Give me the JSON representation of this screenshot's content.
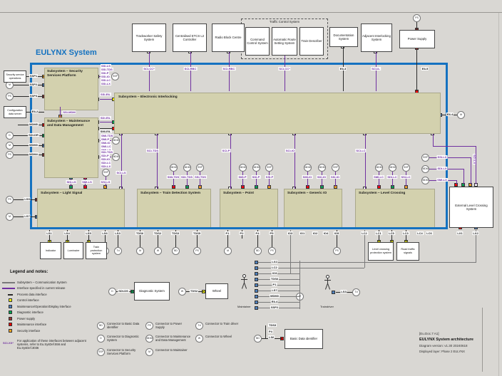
{
  "page": {
    "title": "EULYNX System"
  },
  "top_boxes": {
    "trackworker": "Trackworker Safety System",
    "etcs": "Centralised ETCS L2 Controller",
    "rbc": "Radio Block Centre",
    "tcs_group": "Traffic Control System",
    "ccs": "Command Control System",
    "ars": "Automatic Route Setting System",
    "td": "Train Describer",
    "doc": "Documentation System",
    "adj": "Adjacent Interlocking System",
    "power": "Power Supply"
  },
  "subsystems": {
    "ssp": "Subsystem – Security Services Platform",
    "mdm": "Subsystem – Maintenance and Data Management",
    "eil": "Subsystem – Electronic Interlocking",
    "ls": "Subsystem – Light Signal",
    "tds": "Subsystem – Train Detection System",
    "point": "Subsystem – Point",
    "gio": "Subsystem – Generic IO",
    "lc": "Subsystem – Level Crossing"
  },
  "external_boxes": {
    "ext_lc": "External Level Crossing System",
    "sec_ops": "Security service operations",
    "config": "Configuration data server",
    "indicator": "Indicator",
    "luminaire": "Luminaire",
    "train_prot": "Train protection system",
    "diag": "Diagnostic System",
    "wheel": "Wheel",
    "basic_data": "Basic Data identifier",
    "lc_prot": "Level crossing protection system",
    "road": "Road traffic signals"
  },
  "ifaces": {
    "sci_cc": "SCI-CC*",
    "sci_rbc": "SCI-RBC",
    "eil3": "EIL3",
    "sci_il": "SCI-IL",
    "eil5": "EIL5",
    "eil4": "EIL4",
    "eil2": "EIL2",
    "sci_ls": "SCI-LS",
    "sci_tds": "SCI-TDS",
    "sci_p": "SCI-P",
    "sci_io": "SCI-IO",
    "sci_lc": "SCI-LC",
    "sci_lx": "SCI-LX",
    "smi_ls": "SMI-LS",
    "sdi_ls": "SDI-LS",
    "ssi_ls": "SSI-LS",
    "smi_tds": "SMI-TDS",
    "sdi_tds": "SDI-TDS",
    "ssi_tds": "SSI-TDS",
    "smi_p": "SMI-P",
    "sdi_p": "SDI-P",
    "ssi_p": "SSI-P",
    "smi_io": "SMI-IO",
    "sdi_io": "SDI-IO",
    "ssi_io": "SSI-IO",
    "smi_lc": "SMI-LC",
    "sdi_lc": "SDI-LC",
    "ssi_lc": "SSI-LC",
    "smi_lx": "SMI-LX",
    "sdi_lx": "SDI-LX",
    "ssi_lx": "SSI-LX",
    "ssi_mdm": "SSI-MDM",
    "ssi_eil": "SSI-EIL",
    "sdi_eil": "SDI-EIL",
    "smi_eil": "SMI-EIL",
    "sdi_dr": "SDI-DR",
    "sdi_ds": "SDI-DS"
  },
  "ports": {
    "ssp1": "SSP1",
    "ssp2": "SSP2",
    "ssp3": "SSP3",
    "mdm3": "MDM3",
    "mdm4": "MDM4",
    "mdm5": "MDM5",
    "ls9": "LS9",
    "ls7": "LS7",
    "ls1": "LS1",
    "ls4": "LS4",
    "ls5": "LS5",
    "ls6": "LS6",
    "ls3": "LS3",
    "tds6": "TDS6",
    "tds2": "TDS2",
    "tds3": "TDS3",
    "tds5": "TDS5",
    "p1": "P1",
    "p2": "P2",
    "p4": "P4",
    "p5": "P5",
    "io3": "IO3",
    "io1": "IO1",
    "io2": "IO2",
    "io4": "IO4",
    "io5": "IO5",
    "lc2": "LC2",
    "lc1": "LC1",
    "lc5": "LC5",
    "lc3": "LC3",
    "lc4": "LC4",
    "lc6": "LC6",
    "lx1": "LX1",
    "lx2": "LX2"
  },
  "stacks": {
    "ssp": [
      "SSI-LS",
      "SSI-TDS",
      "SSI-P",
      "SSI-IO",
      "SSI-LC",
      "SSI-LX"
    ],
    "smi": [
      "SMI-TDS",
      "SMI-P",
      "SMI-IO",
      "SMI-LC",
      "SMI-LX"
    ],
    "sdi": [
      "SDI-TDS",
      "SDI-P",
      "SDI-IO",
      "SDI-LC",
      "SDI-LX"
    ]
  },
  "column": [
    "LX2",
    "LC2",
    "IO3",
    "TDS6",
    "P1",
    "LS7",
    "MDM3",
    "EIL4",
    "SSP2"
  ],
  "bd_rows": [
    "TDS3",
    "P4",
    "LS6"
  ],
  "glyphs": {
    "m": "M",
    "ps": "PS",
    "d": "D",
    "w": "W",
    "bd": "BD",
    "td": "Td",
    "mdm": "MDM",
    "ssp": "SSP"
  },
  "figures": {
    "maintainer": "Maintainer",
    "traindriver": "Traindriver"
  },
  "legend": {
    "title": "Legend and notes:",
    "rows": [
      "Subsystem – Communication System",
      "Interface specified in current release",
      "Process data interface",
      "Control interface",
      "Maintenance/Operation/Display interface",
      "Diagnostic interface",
      "Power supply",
      "Maintenance interface",
      "Security interface"
    ],
    "note_label": "SCI-XX*",
    "note": "For application of these interfaces between adjacent systems, refer to Eu.SysDef.556 and Eu.SysDef.3036"
  },
  "connector_legend": [
    "Connector to Basic Data identifier",
    "Connector to Diagnostic System",
    "Connector to Security Services Platform",
    "Connector to Power Supply",
    "Connector to Maintenance and Data Management",
    "Connector to Maintainer",
    "Connector to Train driver",
    "Connector to Wheel"
  ],
  "caption": {
    "doc": "[Eu.Doc.7  A1]",
    "title": "EULYNX System architecture",
    "version": "Diagram version: v1.30 20240618",
    "layer": "Displayed layer: Phase 2 EULYNX"
  },
  "colors": {
    "purple": "#7030a0",
    "blue_border": "#1572c0",
    "control": "#ffff00",
    "mod": "#4f81bd",
    "diagnostic": "#00a651",
    "power": "#953735",
    "maintenance": "#fe0000",
    "security": "#f5a623",
    "khaki": "#d3d1ae"
  }
}
